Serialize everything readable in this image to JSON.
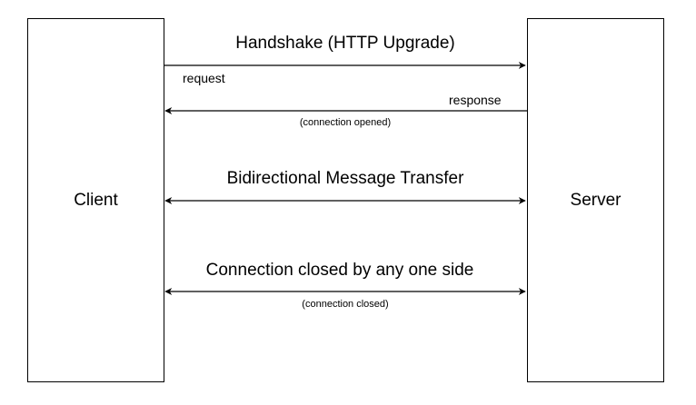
{
  "client": {
    "label": "Client"
  },
  "server": {
    "label": "Server"
  },
  "handshake": {
    "title": "Handshake (HTTP Upgrade)",
    "request_label": "request",
    "response_label": "response",
    "opened_note": "(connection opened)"
  },
  "transfer": {
    "title": "Bidirectional Message Transfer"
  },
  "closing": {
    "title": "Connection closed by any one side",
    "closed_note": "(connection closed)"
  }
}
